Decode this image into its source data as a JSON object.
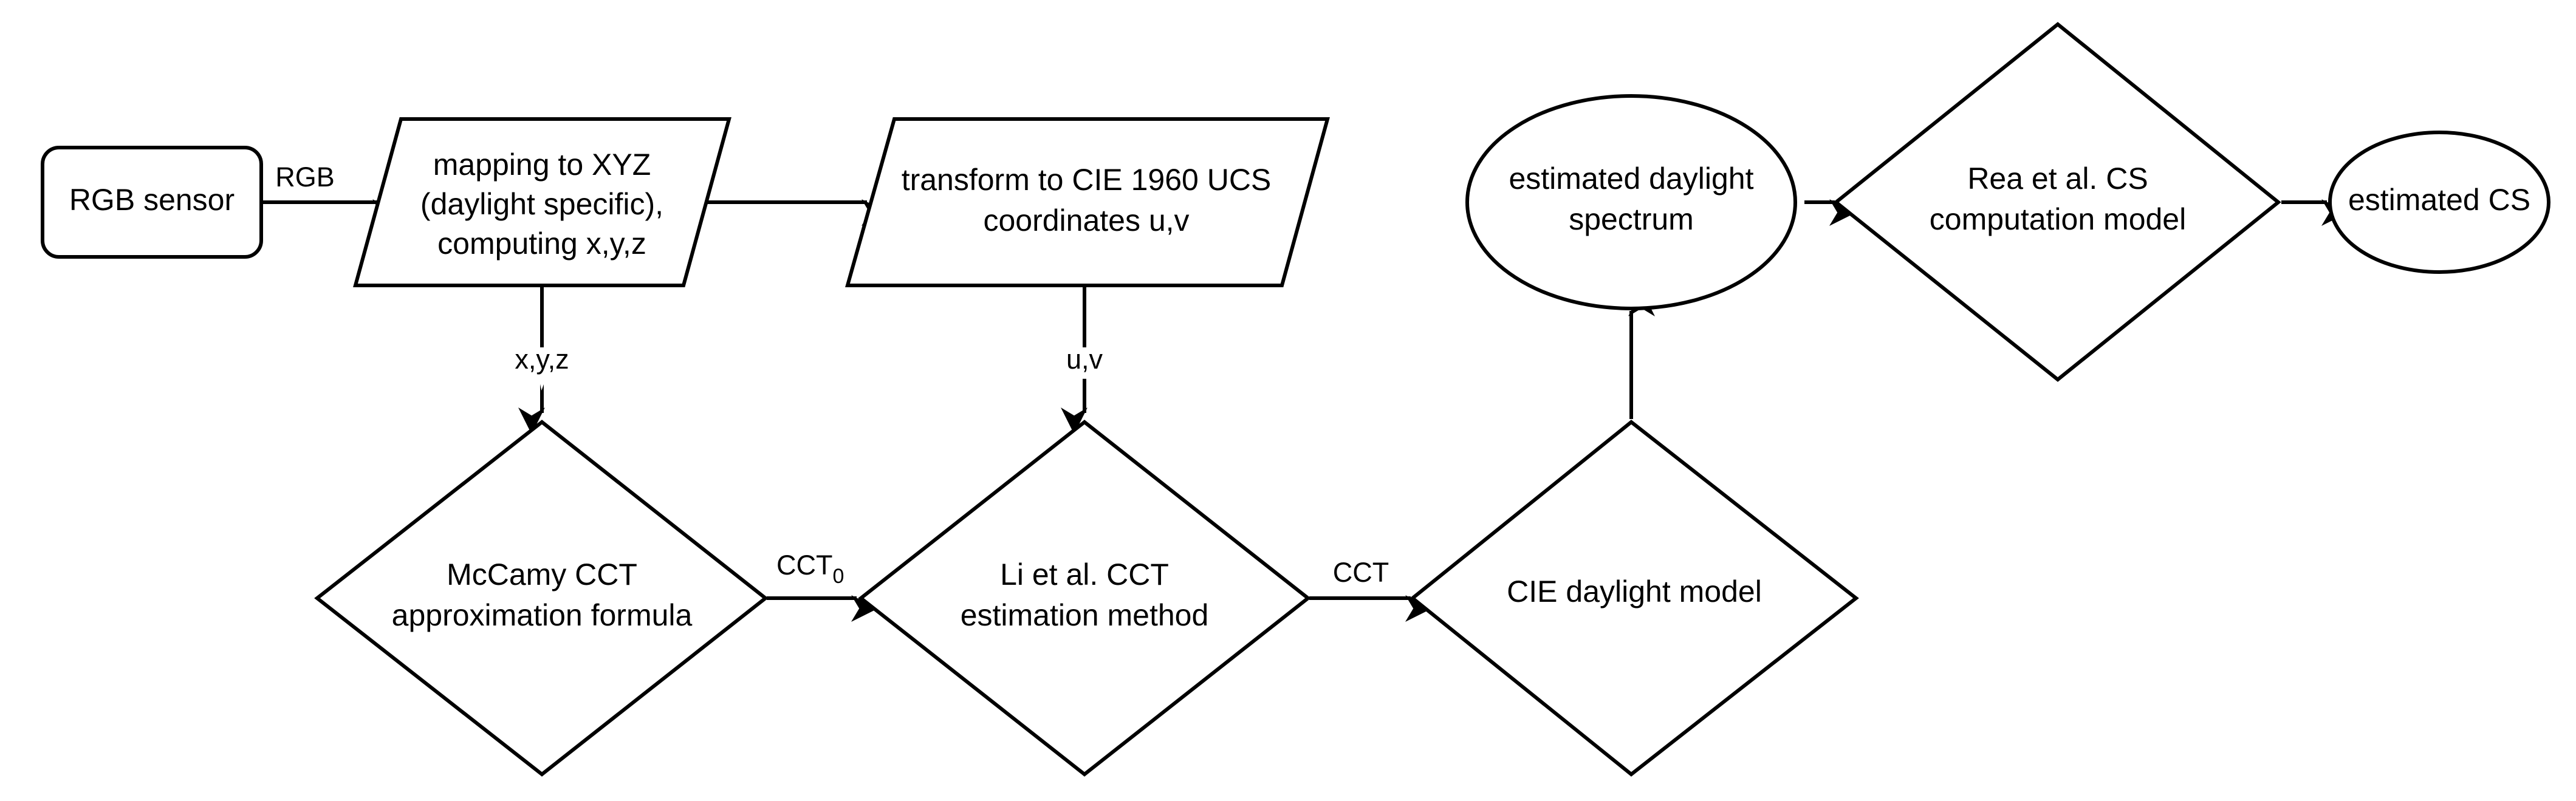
{
  "nodes": {
    "rgb_sensor": {
      "lines": [
        "RGB sensor"
      ]
    },
    "mapping_xyz": {
      "lines": [
        "mapping to XYZ",
        "(daylight specific),",
        "computing x,y,z"
      ]
    },
    "transform_cie1960": {
      "lines": [
        "transform to CIE 1960 UCS",
        "coordinates u,v"
      ]
    },
    "mccamy": {
      "lines": [
        "McCamy CCT",
        "approximation formula"
      ]
    },
    "li_cct": {
      "lines": [
        "Li et al. CCT",
        "estimation method"
      ]
    },
    "cie_daylight": {
      "lines": [
        "CIE daylight model"
      ]
    },
    "est_spectrum": {
      "lines": [
        "estimated daylight",
        "spectrum"
      ]
    },
    "rea_cs": {
      "lines": [
        "Rea et al. CS",
        "computation model"
      ]
    },
    "est_cs": {
      "lines": [
        "estimated CS"
      ]
    }
  },
  "edges": {
    "rgb": "RGB",
    "xyz": "x,y,z",
    "uv": "u,v",
    "cct0_main": "CCT",
    "cct0_sub": "0",
    "cct": "CCT"
  }
}
